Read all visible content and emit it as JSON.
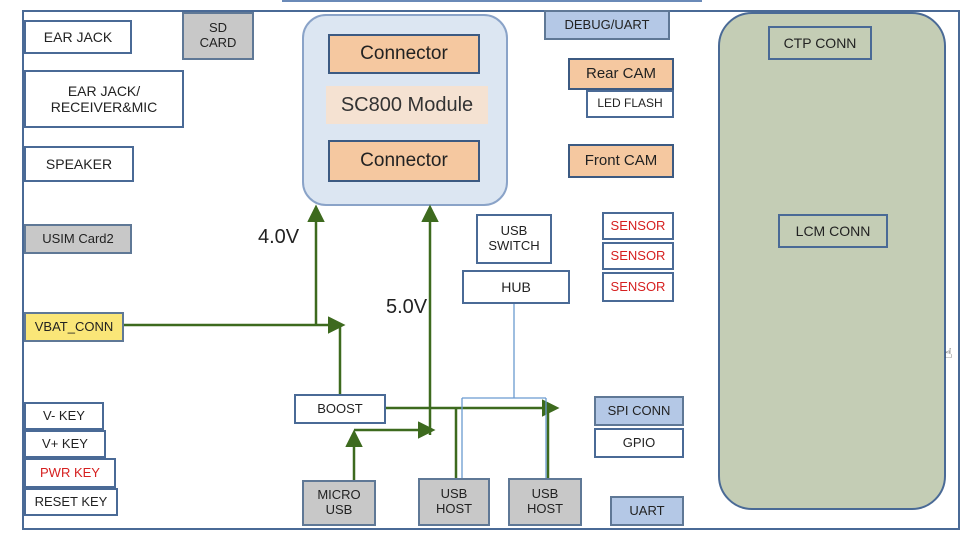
{
  "diagram": {
    "left_column": {
      "ear_jack": "EAR JACK",
      "ear_jack_receiver_mic": "EAR JACK/\nRECEIVER&MIC",
      "speaker": "SPEAKER",
      "usim_card2": "USIM Card2",
      "vbat_conn": "VBAT_CONN",
      "v_minus_key": "V- KEY",
      "v_plus_key": "V+ KEY",
      "pwr_key": "PWR KEY",
      "reset_key": "RESET KEY"
    },
    "sd_card": "SD\nCARD",
    "module": {
      "connector_top": "Connector",
      "label": "SC800 Module",
      "connector_bottom": "Connector"
    },
    "voltages": {
      "v40": "4.0V",
      "v50": "5.0V"
    },
    "center": {
      "usb_switch": "USB\nSWITCH",
      "hub": "HUB",
      "boost": "BOOST",
      "micro_usb": "MICRO\nUSB",
      "usb_host_1": "USB\nHOST",
      "usb_host_2": "USB\nHOST"
    },
    "right_column": {
      "debug_uart": "DEBUG/UART",
      "rear_cam": "Rear CAM",
      "led_flash": "LED FLASH",
      "front_cam": "Front CAM",
      "sensor_1": "SENSOR",
      "sensor_2": "SENSOR",
      "sensor_3": "SENSOR",
      "spi_conn": "SPI CONN",
      "gpio": "GPIO",
      "uart": "UART"
    },
    "panel": {
      "ctp_conn": "CTP CONN",
      "lcm_conn": "LCM CONN"
    },
    "colors": {
      "wire": "#3d6a1e",
      "usb_line": "#6a9ad0",
      "red_text": "#d62020"
    }
  }
}
